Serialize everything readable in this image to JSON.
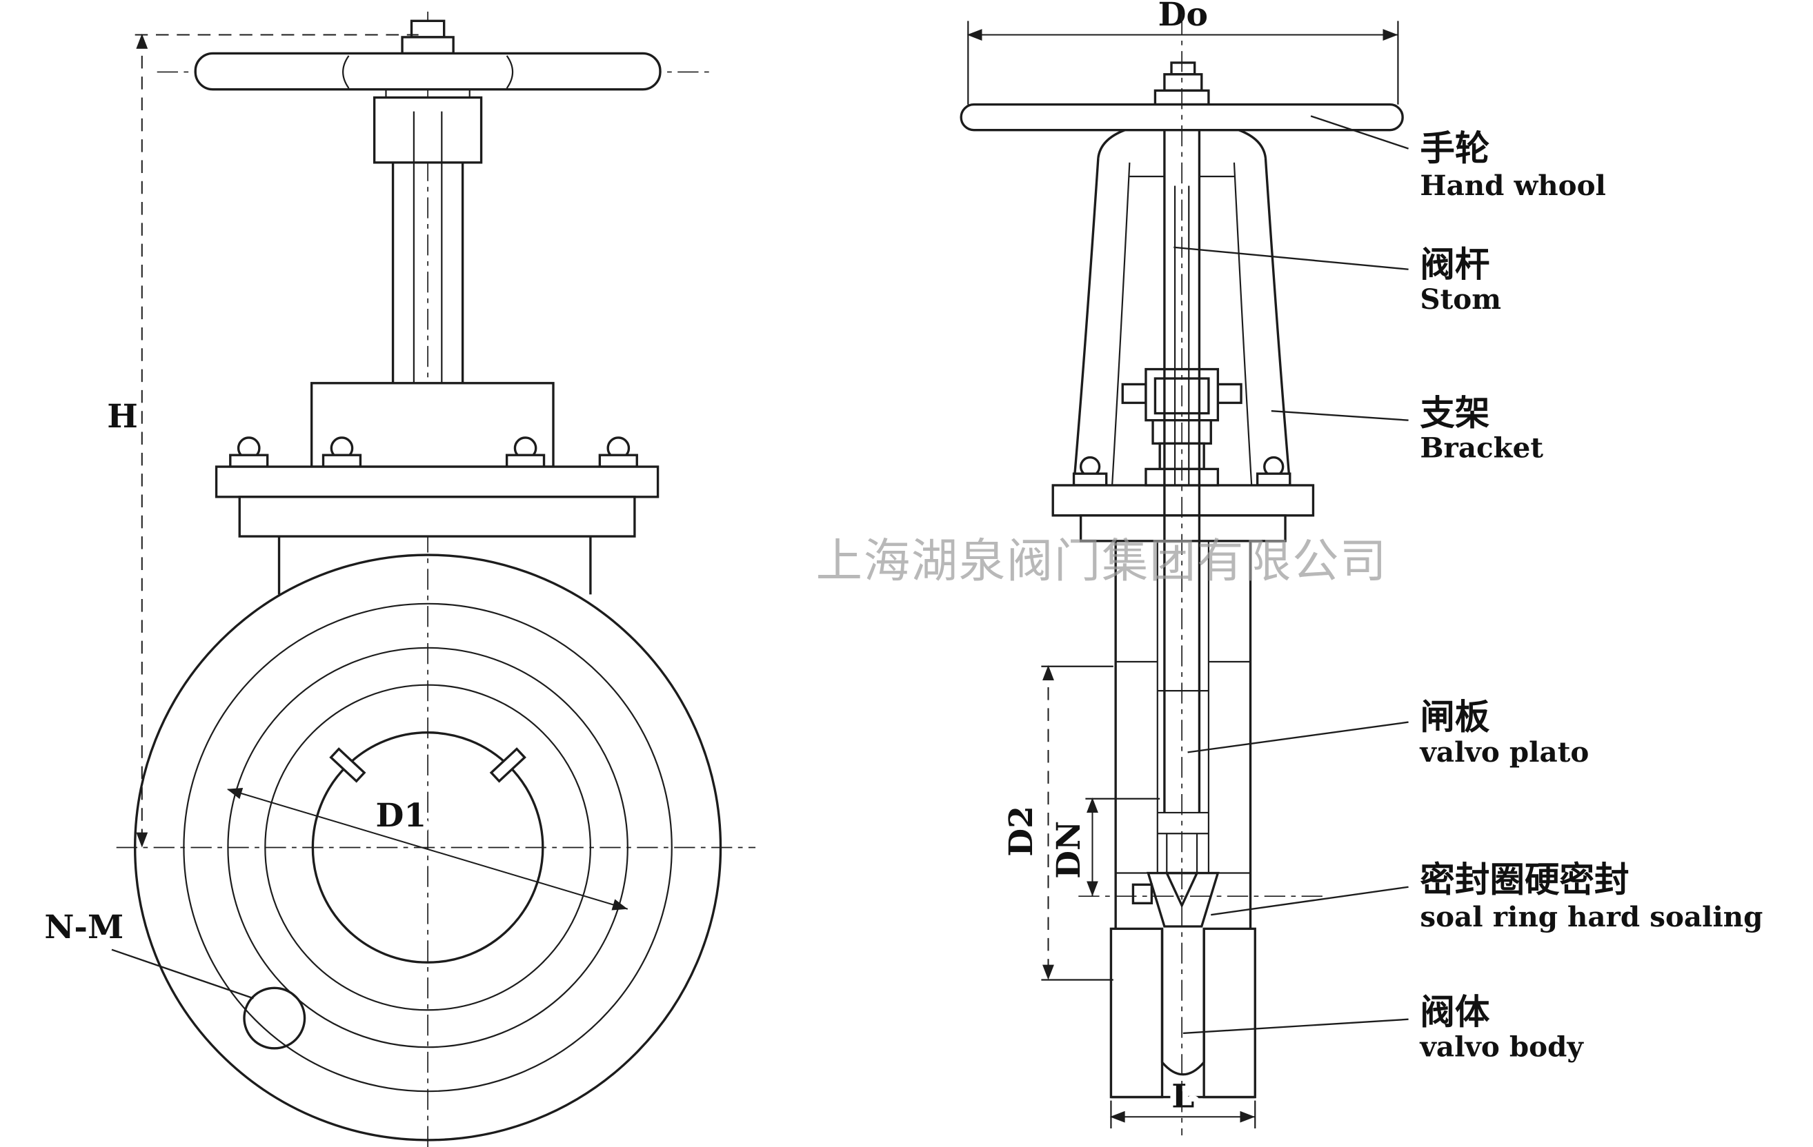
{
  "colors": {
    "line": "#1c1c1c",
    "watermark": "#9b9b9b",
    "background": "#ffffff"
  },
  "watermark": "上海湖泉阀门集团有限公司",
  "dimensions": {
    "h": "H",
    "d1": "D1",
    "n_m": "N-M",
    "do": "Do",
    "d2": "D2",
    "dn": "DN",
    "l": "L"
  },
  "parts": {
    "handwheel": {
      "zh": "手轮",
      "en": "Hand whool"
    },
    "stem": {
      "zh": "阀杆",
      "en": "Stom"
    },
    "bracket": {
      "zh": "支架",
      "en": "Bracket"
    },
    "gate_plate": {
      "zh": "闸板",
      "en": "valvo plato"
    },
    "seal_ring": {
      "zh": "密封圈硬密封",
      "en": "soal ring hard soaling"
    },
    "valve_body": {
      "zh": "阀体",
      "en": "valvo body"
    }
  }
}
